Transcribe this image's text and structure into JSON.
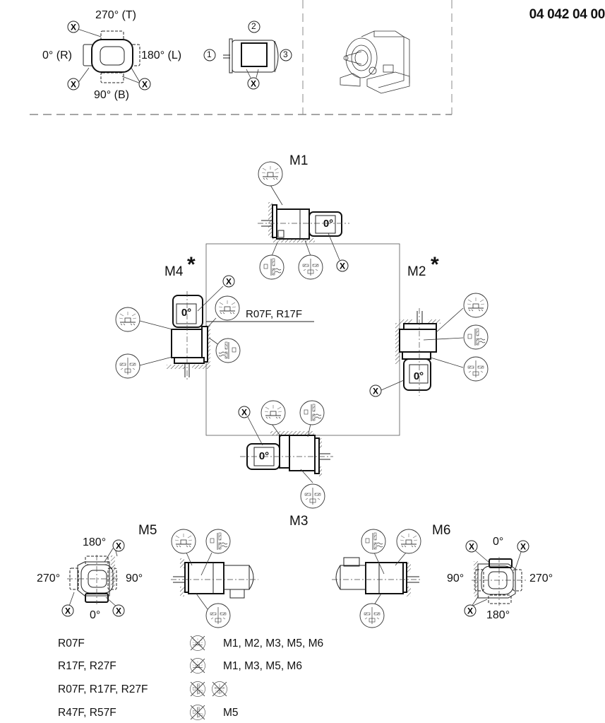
{
  "document_number": "04 042 04 00",
  "header_panel": {
    "terminal_box_positions": {
      "top": "270° (T)",
      "left": "0° (R)",
      "right": "180° (L)",
      "bottom": "90° (B)",
      "marker": "X"
    },
    "cable_entry_positions": {
      "labels": [
        "1",
        "2",
        "3"
      ],
      "marker": "X"
    }
  },
  "mounting_positions": {
    "M1": {
      "label": "M1",
      "star": "",
      "motor_badge": "0°"
    },
    "M2": {
      "label": "M2",
      "star": "*",
      "motor_badge": "0°"
    },
    "M3": {
      "label": "M3",
      "star": "",
      "motor_badge": "0°"
    },
    "M4": {
      "label": "M4",
      "star": "*",
      "motor_badge": "0°",
      "note": "R07F, R17F"
    },
    "M5": {
      "label": "M5",
      "angles": {
        "top": "180°",
        "left": "270°",
        "right": "90°",
        "bottom": "0°"
      }
    },
    "M6": {
      "label": "M6",
      "angles": {
        "top": "0°",
        "left": "90°",
        "right": "270°",
        "bottom": "180°"
      }
    },
    "marker": "X"
  },
  "legend": [
    {
      "types": "R07F",
      "symbols": [
        "breather-crossed"
      ],
      "positions": "M1, M2, M3, M5, M6"
    },
    {
      "types": "R17F, R27F",
      "symbols": [
        "breather-crossed"
      ],
      "positions": "M1, M3, M5, M6"
    },
    {
      "types": "R07F, R17F, R27F",
      "symbols": [
        "oil-level-crossed",
        "drain-crossed"
      ],
      "positions": ""
    },
    {
      "types": "R47F, R57F",
      "symbols": [
        "oil-level-crossed"
      ],
      "positions": "M5"
    }
  ]
}
